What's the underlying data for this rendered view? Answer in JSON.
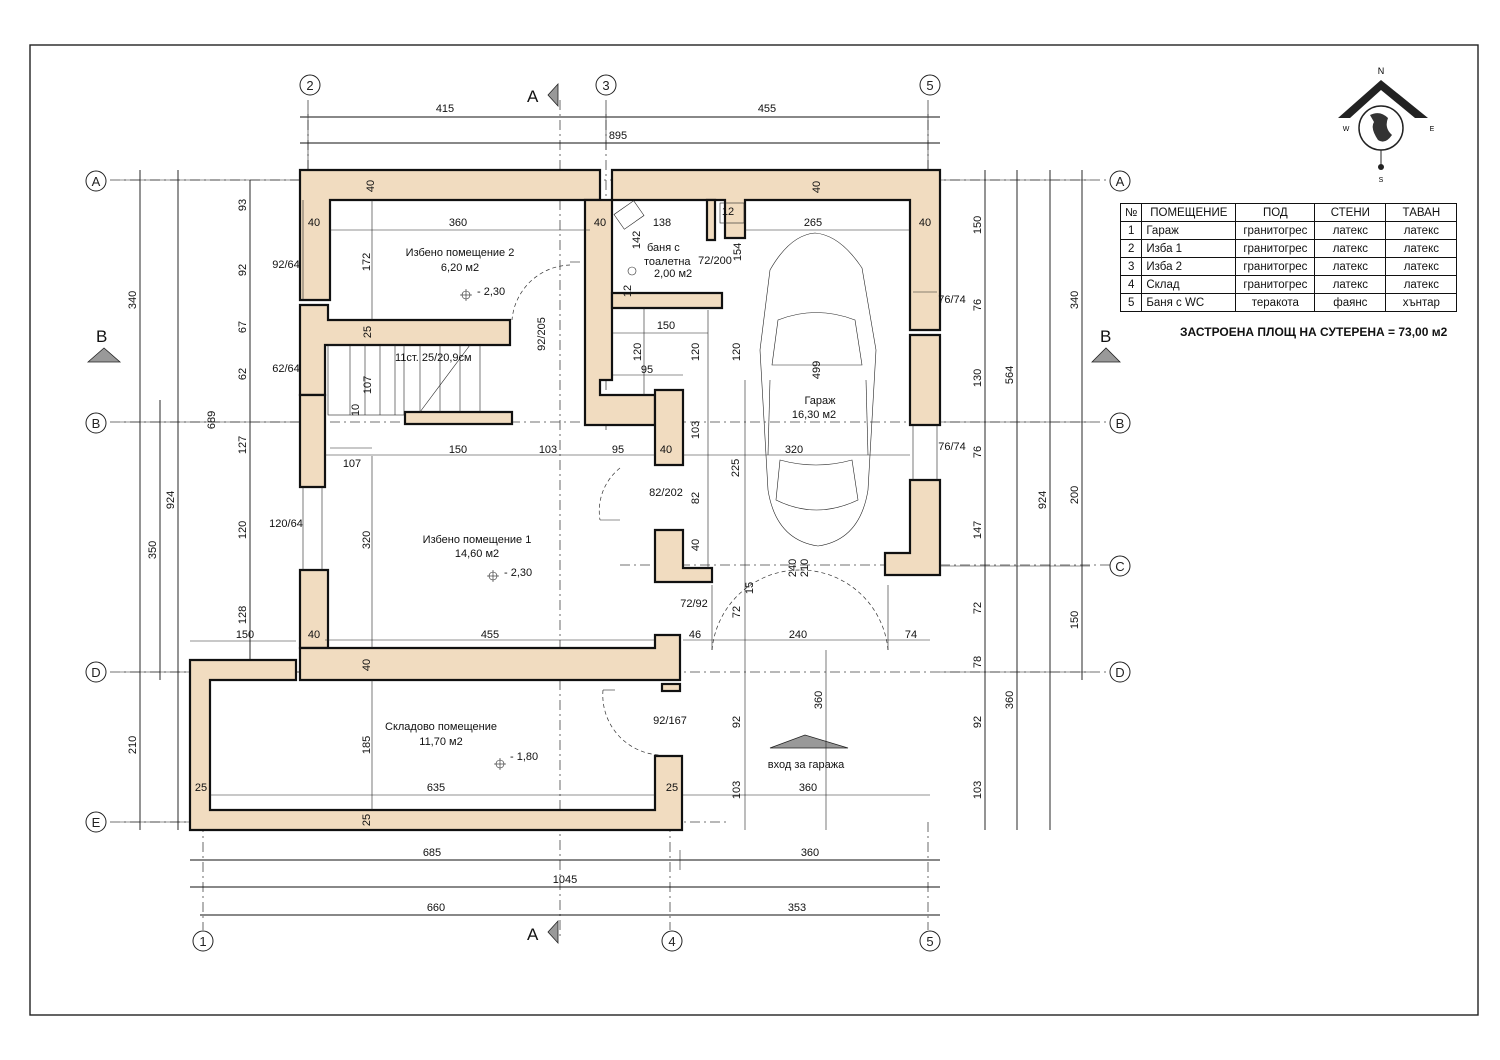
{
  "axes": {
    "numbers": [
      "1",
      "2",
      "3",
      "4",
      "5"
    ],
    "letters": [
      "A",
      "B",
      "C",
      "D",
      "E"
    ],
    "section_marks": [
      "A",
      "B"
    ]
  },
  "rooms": [
    {
      "name": "Избено помещение 2",
      "area": "6,20 м2",
      "level": "- 2,30"
    },
    {
      "name": "Избено помещение 1",
      "area": "14,60 м2",
      "level": "- 2,30"
    },
    {
      "name": "Складово помещение",
      "area": "11,70 м2",
      "level": "- 1,80"
    },
    {
      "name": "баня с тоалетна",
      "area": "2,00 м2"
    },
    {
      "name": "Гараж",
      "area": "16,30 м2"
    }
  ],
  "stairs_label": "11ст. 25/20,9см",
  "garage_entry": "вход за гаража",
  "dimensions": {
    "top_row1": [
      "415",
      "455"
    ],
    "top_row2": "895",
    "bottom_row1": [
      "685",
      "360"
    ],
    "bottom_row2": "1045",
    "bottom_row3": [
      "660",
      "353"
    ],
    "left_outer": [
      "340",
      "350",
      "210"
    ],
    "left_mid": [
      "689",
      "924"
    ],
    "left_inner": [
      "93",
      "92",
      "67",
      "62",
      "127",
      "120",
      "128"
    ],
    "right_inner": [
      "150",
      "76",
      "130",
      "76",
      "147",
      "72",
      "78",
      "92",
      "103"
    ],
    "right_mid": [
      "564",
      "360"
    ],
    "right_outer": [
      "924"
    ],
    "right_axis": [
      "340",
      "200",
      "150"
    ],
    "interior": [
      "40",
      "360",
      "40",
      "138",
      "265",
      "40",
      "172",
      "25",
      "150",
      "103",
      "95",
      "40",
      "320",
      "320",
      "455",
      "40",
      "635",
      "25",
      "185",
      "25",
      "40",
      "150",
      "499",
      "225",
      "103",
      "240",
      "210",
      "15",
      "72",
      "240",
      "74",
      "46",
      "82",
      "360",
      "92",
      "103",
      "360",
      "120",
      "120",
      "120",
      "10",
      "107",
      "107",
      "95",
      "142",
      "154",
      "12",
      "12",
      "25",
      "40",
      "40",
      "120",
      "82"
    ],
    "openings": [
      "92/64",
      "62/64",
      "120/64",
      "92/205",
      "72/200",
      "76/74",
      "76/74",
      "82/202",
      "72/92",
      "92/167"
    ]
  },
  "table": {
    "headers": [
      "№",
      "ПОМЕЩЕНИЕ",
      "ПОД",
      "СТЕНИ",
      "ТАВАН"
    ],
    "rows": [
      [
        "1",
        "Гараж",
        "гранитогрес",
        "латекс",
        "латекс"
      ],
      [
        "2",
        "Изба 1",
        "гранитогрес",
        "латекс",
        "латекс"
      ],
      [
        "3",
        "Изба 2",
        "гранитогрес",
        "латекс",
        "латекс"
      ],
      [
        "4",
        "Склад",
        "гранитогрес",
        "латекс",
        "латекс"
      ],
      [
        "5",
        "Баня с WC",
        "теракота",
        "фаянс",
        "хънтар"
      ]
    ]
  },
  "built_area": "ЗАСТРОЕНА ПЛОЩ НА СУТЕРЕНА = 73,00 м2",
  "compass": {
    "labels": [
      "N",
      "E",
      "S",
      "W"
    ]
  },
  "wall_color": "#f1dcc0"
}
